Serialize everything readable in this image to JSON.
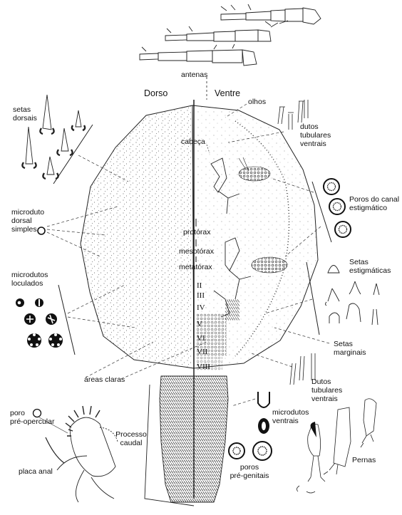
{
  "headers": {
    "dorso": "Dorso",
    "ventre": "Ventre"
  },
  "labels": {
    "antenas": "antenas",
    "olhos": "olhos",
    "cabeca": "cabeça",
    "protorax": "protórax",
    "mesotorax": "mesotórax",
    "metatorax": "metatórax",
    "setas_dorsais": [
      "setas",
      "dorsais"
    ],
    "dutos_tubulares_ventrais_top": [
      "dutos",
      "tubulares",
      "ventrais"
    ],
    "poros_canal": [
      "Poros do canal",
      "estigmático"
    ],
    "microduto_dorsal": [
      "microduto",
      "dorsal",
      "simples"
    ],
    "microdutos_loculados": [
      "microdutos",
      "loculados"
    ],
    "setas_estigmaticas": [
      "Setas",
      "estigmáticas"
    ],
    "setas_marginais": [
      "Setas",
      "marginais"
    ],
    "dutos_tubulares_ventrais_bottom": [
      "Dutos",
      "tubulares",
      "ventrais"
    ],
    "areas_claras": "áreas claras",
    "poro_preopercular": [
      "poro",
      "pré-opercular"
    ],
    "processo_caudal": [
      "Processo",
      "caudal"
    ],
    "placa_anal": "placa anal",
    "microdutos_ventrais": [
      "microdutos",
      "ventrais"
    ],
    "poros_pregenitais": [
      "poros",
      "pré-genitais"
    ],
    "pernas": "Pernas"
  },
  "segments": [
    "II",
    "III",
    "IV",
    "V",
    "VI",
    "VII",
    "VIII"
  ]
}
